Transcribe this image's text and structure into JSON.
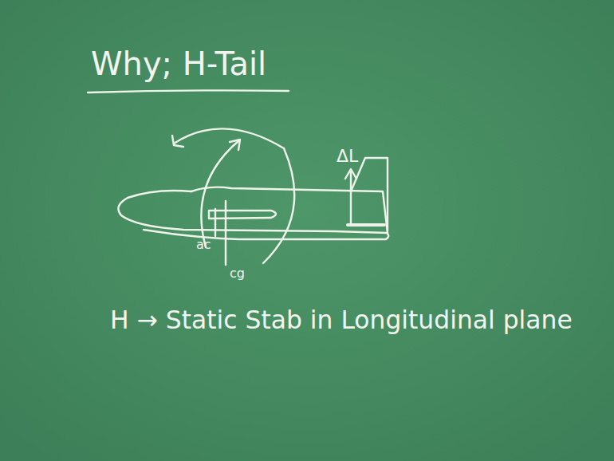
{
  "diagram": {
    "title": "Why; H-Tail",
    "labels": [
      "ΔL",
      "ac",
      "cg",
      "H → Static Stab in Longitudinal plane"
    ]
  }
}
